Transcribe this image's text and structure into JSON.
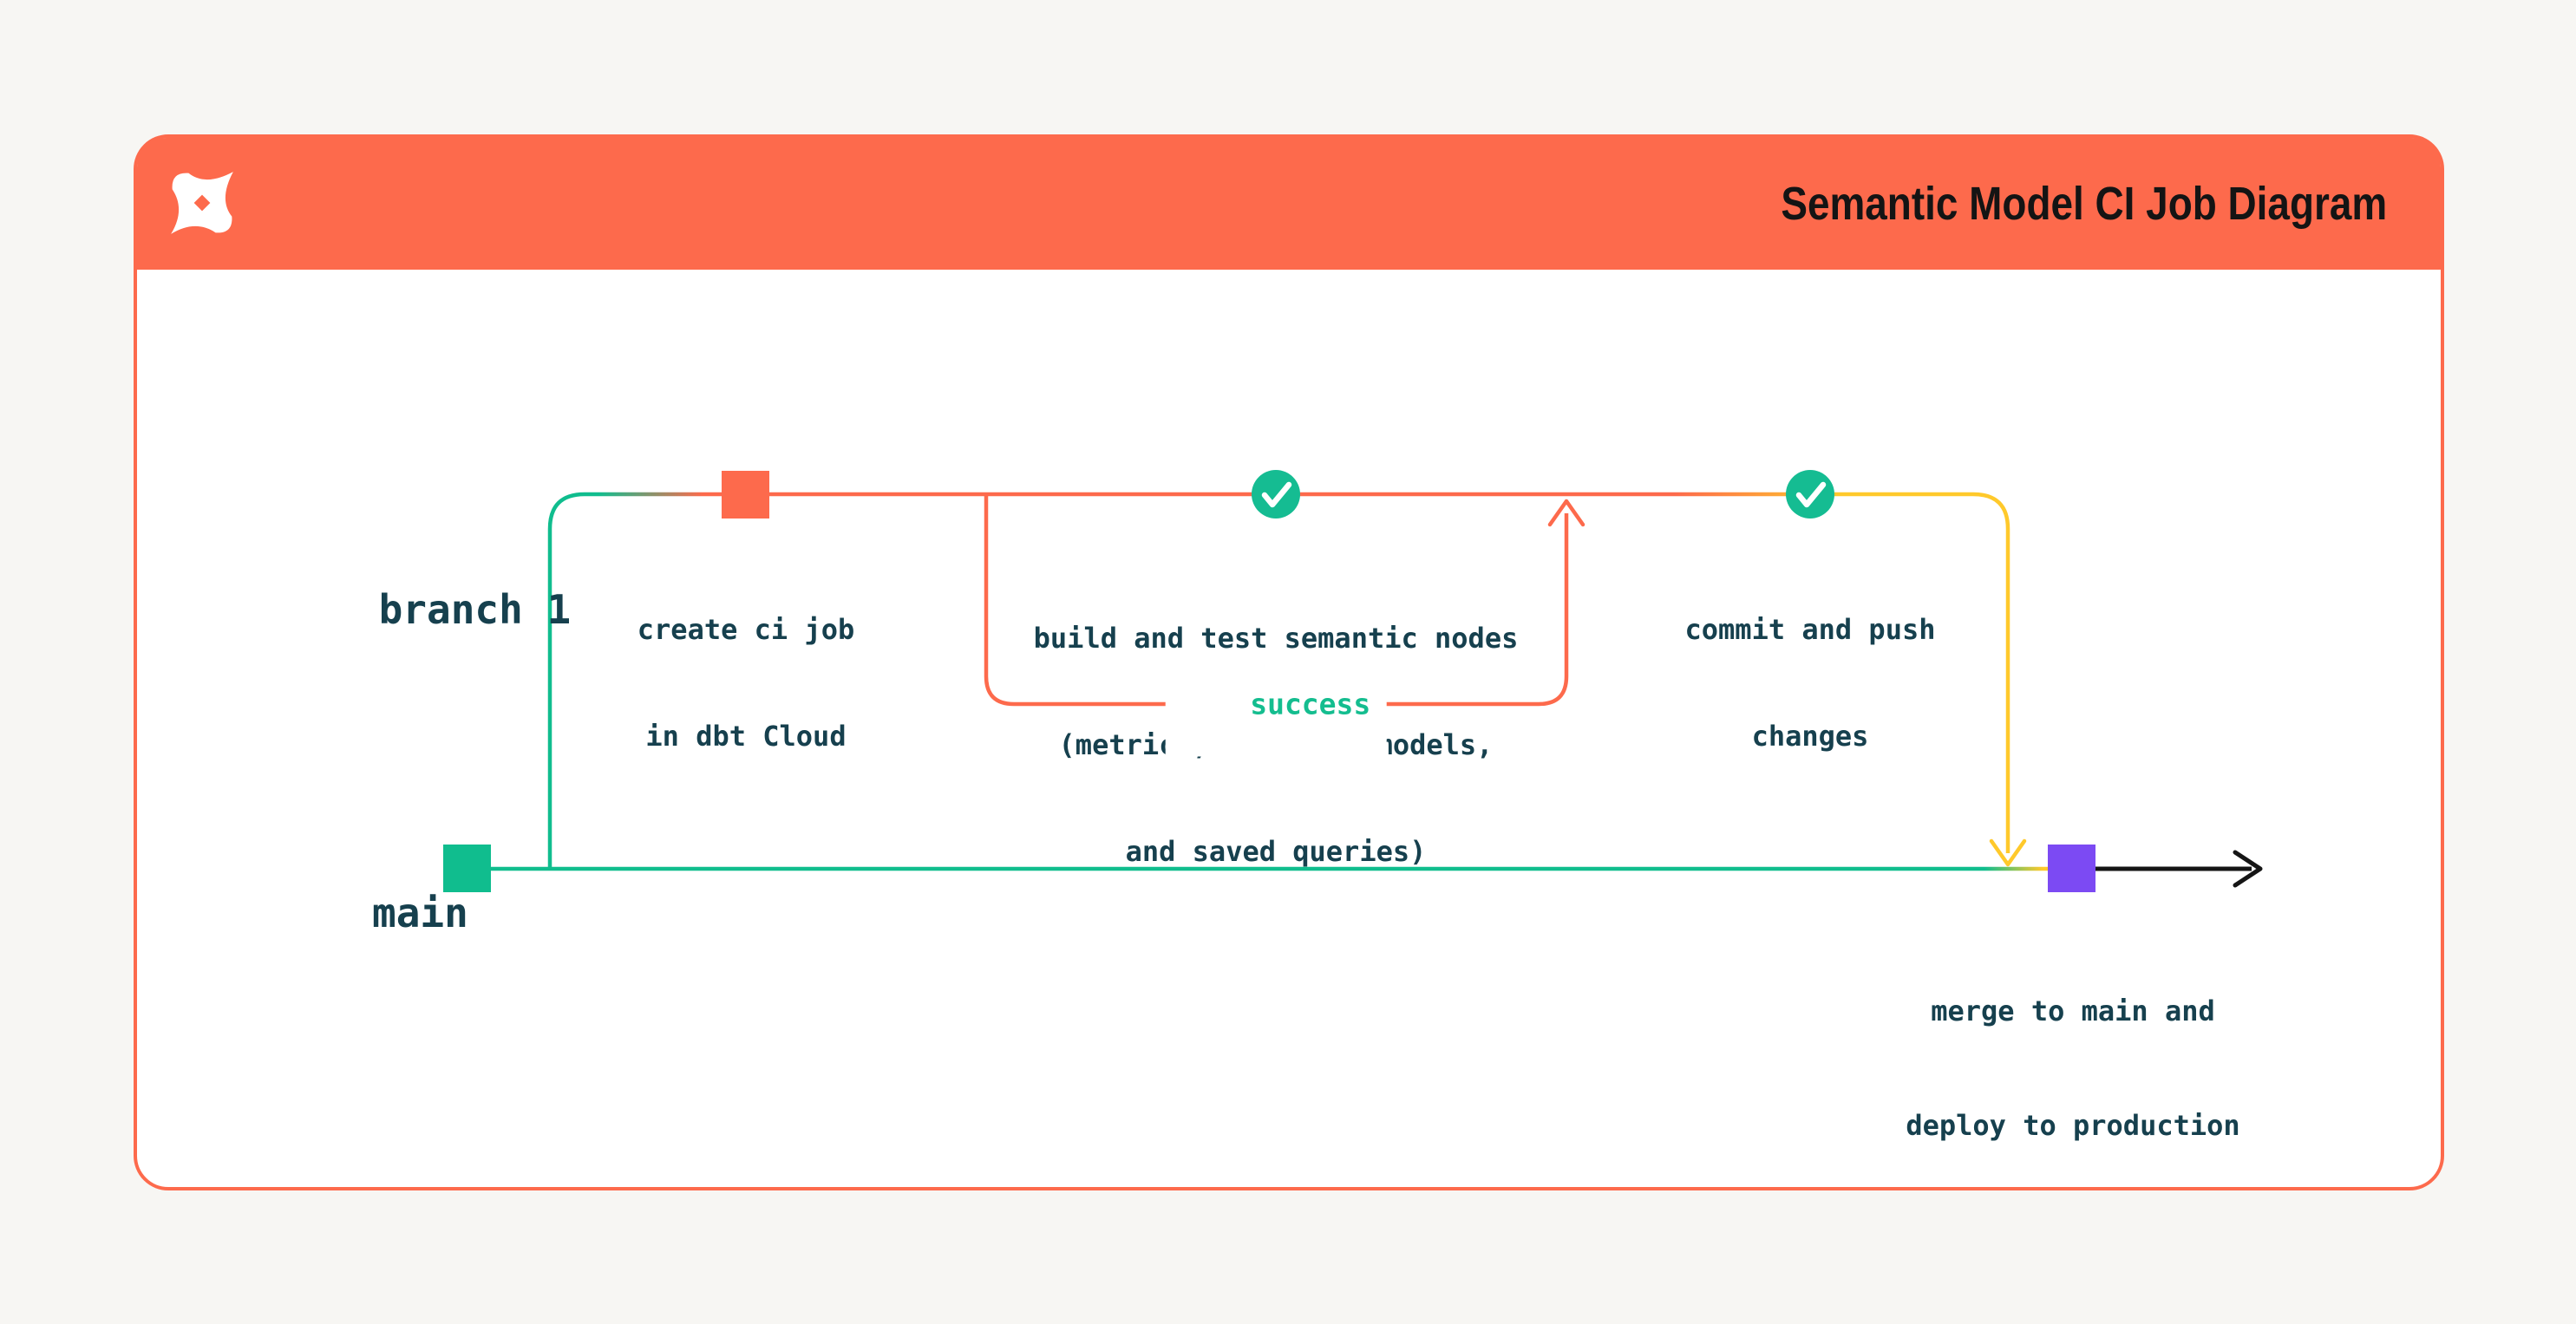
{
  "header": {
    "title": "Semantic Model CI Job Diagram",
    "logo_icon": "dbt-logo-icon",
    "background_color": "#FD6A4C",
    "title_color": "#141414"
  },
  "diagram": {
    "branches": {
      "branch1_label": "branch 1",
      "main_label": "main"
    },
    "steps": {
      "create_ci": {
        "marker": "orange-commit-square",
        "lines": [
          "create ci job",
          "in dbt Cloud"
        ]
      },
      "build_test": {
        "marker": "check-icon",
        "lines": [
          "build and test semantic nodes",
          "(metrics, semantic models,",
          "and saved queries)"
        ]
      },
      "commit_push": {
        "marker": "check-icon",
        "lines": [
          "commit and push",
          "changes"
        ]
      },
      "merge_deploy": {
        "marker": "purple-commit-square",
        "lines": [
          "merge to main and",
          "deploy to production"
        ]
      }
    },
    "loop": {
      "label": "success"
    },
    "colors": {
      "orange": "#FD6A4C",
      "green": "#10BD8E",
      "check_green": "#15BC92",
      "yellow": "#FFC92B",
      "purple": "#7C4AF3",
      "label_text": "#16404E",
      "success_text": "#14BD8F",
      "arrow_black": "#151515",
      "page_background": "#F7F6F3",
      "card_background": "#FFFFFF"
    }
  }
}
